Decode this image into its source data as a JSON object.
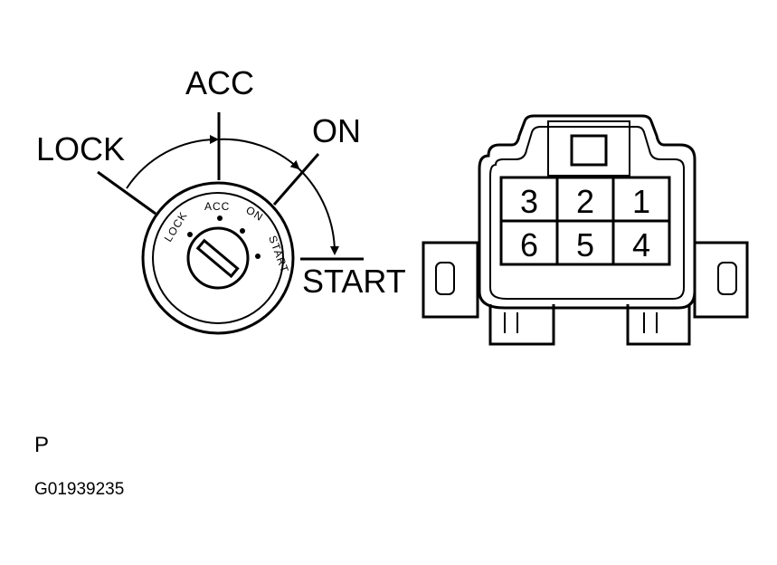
{
  "switch": {
    "positions": {
      "lock": "LOCK",
      "acc": "ACC",
      "on": "ON",
      "start": "START"
    },
    "face_labels": {
      "lock": "LOCK",
      "acc": "ACC",
      "on": "ON",
      "start": "START"
    }
  },
  "connector": {
    "pins": [
      "3",
      "2",
      "1",
      "6",
      "5",
      "4"
    ]
  },
  "view_label": "P",
  "figure_id": "G01939235"
}
